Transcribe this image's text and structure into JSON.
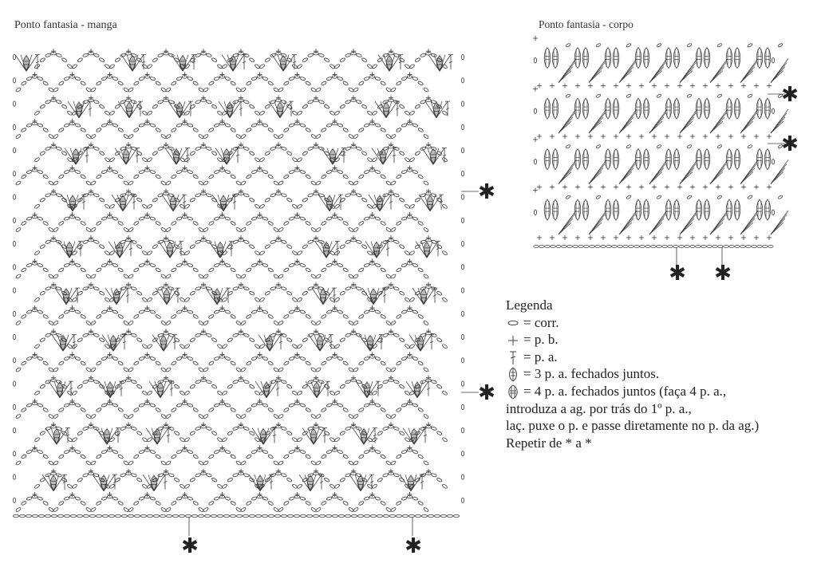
{
  "panels": {
    "manga": {
      "title": "Ponto fantasia - manga"
    },
    "corpo": {
      "title": "Ponto fantasia - corpo"
    }
  },
  "repeat_marker": "✱",
  "legend": {
    "heading": "Legenda",
    "items": [
      {
        "symbol": "chain-stitch-icon",
        "text": "= corr."
      },
      {
        "symbol": "single-crochet-icon",
        "text": "= p. b."
      },
      {
        "symbol": "double-crochet-icon",
        "text": "= p. a."
      },
      {
        "symbol": "three-dc-cluster-icon",
        "text": "= 3 p. a. fechados juntos."
      },
      {
        "symbol": "four-dc-cluster-icon",
        "text": "= 4 p. a. fechados juntos (faça 4 p. a.,"
      }
    ],
    "continuation": [
      "introduza a ag. por trás do 1º p. a.,",
      "laç. puxe o p. e passe diretamente no p. da ag.)",
      "Repetir de * a *"
    ]
  },
  "colors": {
    "ink": "#3a3a3a",
    "background": "#ffffff"
  }
}
